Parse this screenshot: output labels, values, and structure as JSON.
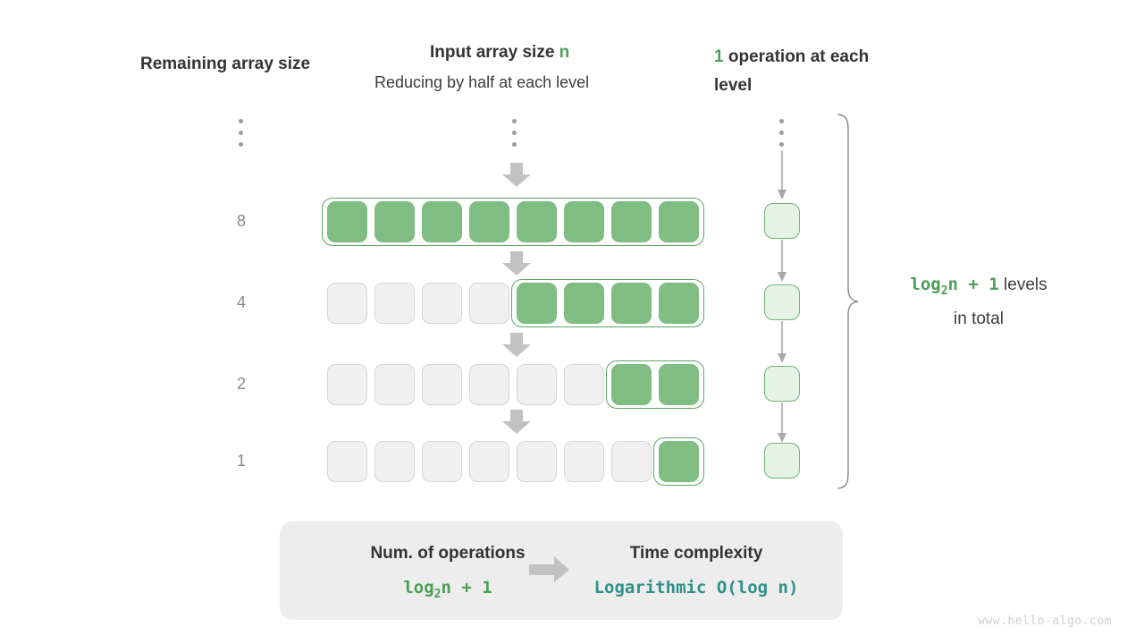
{
  "headings": {
    "left": "Remaining array size",
    "middle_title_plain": "Input array size ",
    "middle_title_accent": "n",
    "middle_subtitle": "Reducing by half at each level",
    "right_accent": "1",
    "right_plain": " operation at each level"
  },
  "ellipsis_icon": "vertical-ellipsis",
  "rows": [
    {
      "label": "8",
      "total_cells": 8,
      "filled_cells": 8
    },
    {
      "label": "4",
      "total_cells": 8,
      "filled_cells": 4
    },
    {
      "label": "2",
      "total_cells": 8,
      "filled_cells": 2
    },
    {
      "label": "1",
      "total_cells": 8,
      "filled_cells": 1
    }
  ],
  "operations": {
    "count_per_level": 1,
    "boxes": 4
  },
  "annotation": {
    "formula_prefix": "log",
    "formula_sub": "2",
    "formula_suffix": "n + 1",
    "line1_tail": " levels",
    "line2": "in total"
  },
  "summary": {
    "left_title": "Num. of operations",
    "left_value_prefix": "log",
    "left_value_sub": "2",
    "left_value_suffix": "n + 1",
    "arrow_icon": "right-arrow-icon",
    "right_title": "Time complexity",
    "right_value": "Logarithmic  O(log n)"
  },
  "watermark": "www.hello-algo.com",
  "colors": {
    "green_fill": "#7fbd83",
    "green_border": "#5ba862",
    "green_accent": "#4b9e53",
    "green_light_fill": "#e6f2e5",
    "teal": "#2e9188",
    "grey_cell": "#f0f0f0",
    "grey_border": "#d6d6d6",
    "arrow_grey": "#c2c2c2",
    "panel_grey": "#ededed",
    "text_dark": "#333333",
    "label_grey": "#8a8a8a",
    "watermark_grey": "#cfcfcf"
  }
}
